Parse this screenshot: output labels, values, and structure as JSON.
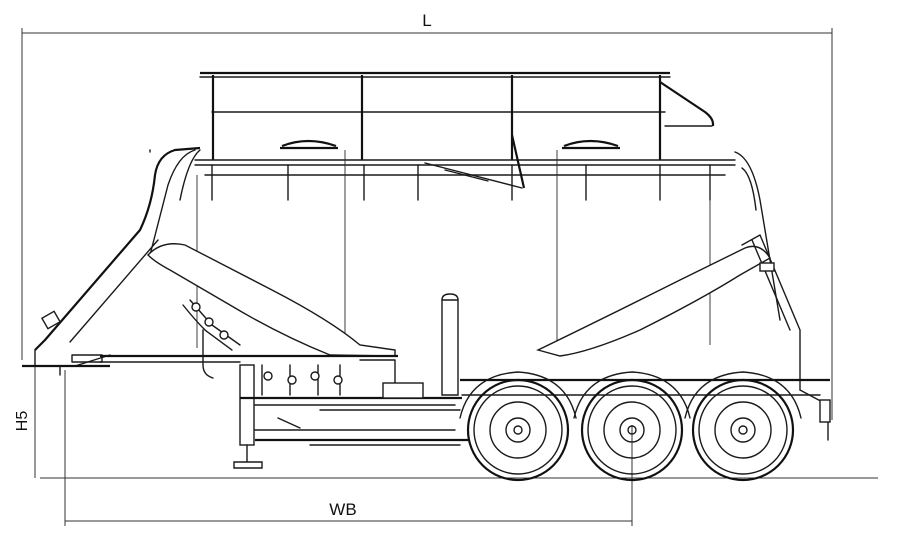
{
  "dimensions": {
    "overall_length": "L",
    "wheelbase": "WB",
    "fifth_wheel_height": "H5"
  },
  "colors": {
    "line": "#1a1a1a",
    "background": "#ffffff"
  }
}
